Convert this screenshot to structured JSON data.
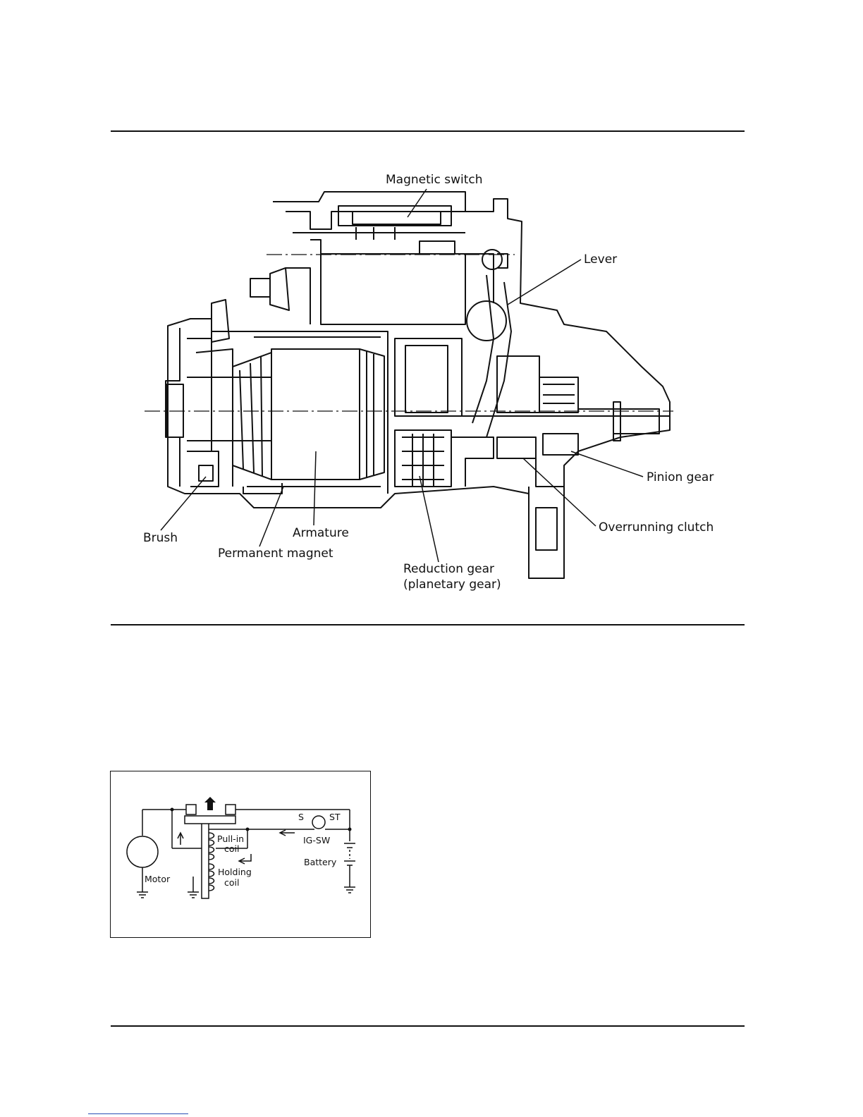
{
  "starter_diagram": {
    "labels": {
      "magnetic_switch": "Magnetic switch",
      "lever": "Lever",
      "pinion_gear": "Pinion gear",
      "overrunning_clutch": "Overrunning clutch",
      "brush": "Brush",
      "armature": "Armature",
      "permanent_magnet": "Permanent magnet",
      "reduction_gear_line1": "Reduction gear",
      "reduction_gear_line2": "(planetary gear)"
    }
  },
  "circuit_diagram": {
    "labels": {
      "s": "S",
      "st": "ST",
      "ig_sw": "IG-SW",
      "pull_in_line1": "Pull-in",
      "pull_in_line2": "coil",
      "battery": "Battery",
      "motor": "Motor",
      "holding_line1": "Holding",
      "holding_line2": "coil"
    }
  }
}
